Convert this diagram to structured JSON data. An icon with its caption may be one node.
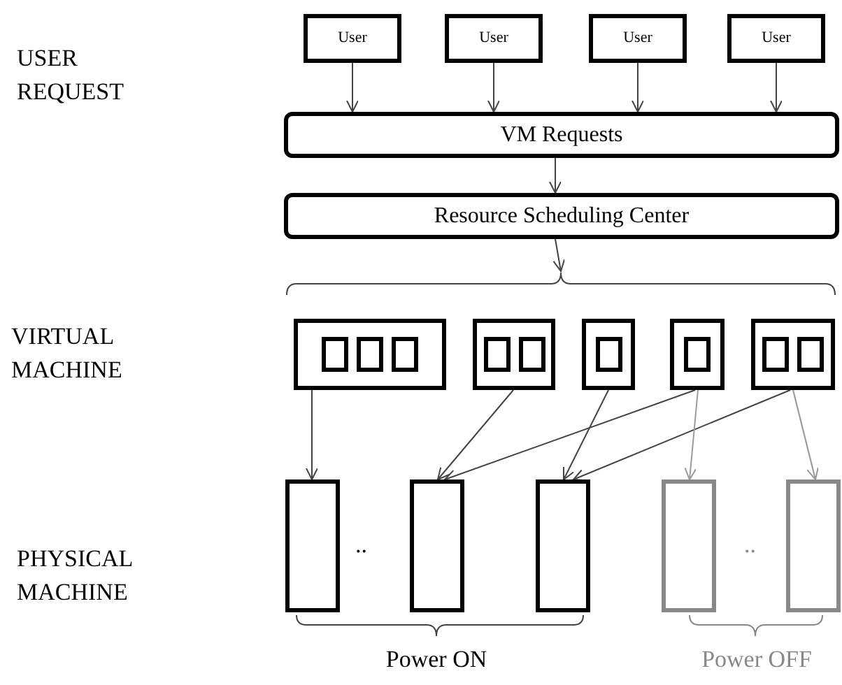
{
  "diagram": {
    "nodes": [
      {
        "text": [
          "User"
        ]
      },
      {
        "text": [
          "User"
        ]
      },
      {
        "text": [
          "User"
        ]
      },
      {
        "text": [
          "User"
        ]
      },
      {
        "text": [
          "VM Requests"
        ]
      },
      {
        "text": [
          "Resource Scheduling Center"
        ]
      },
      {
        "text": [],
        "shape": "box"
      },
      {
        "text": [],
        "shape": "box"
      },
      {
        "text": [],
        "shape": "box"
      },
      {
        "text": [],
        "shape": "box"
      },
      {
        "text": [],
        "shape": "box"
      },
      {
        "text": [],
        "shape": "bar"
      },
      {
        "text": [],
        "shape": "bar"
      },
      {
        "text": [],
        "shape": "bar"
      },
      {
        "text": [],
        "shape": "bar"
      },
      {
        "text": [],
        "shape": "bar"
      },
      {
        "text": [],
        "shape": "bracket"
      }
    ],
    "edges": [
      {
        "from": 0,
        "to": 4,
        "arrow": "to"
      },
      {
        "from": 1,
        "to": 4,
        "arrow": "to"
      },
      {
        "from": 2,
        "to": 4,
        "arrow": "to"
      },
      {
        "from": 3,
        "to": 4,
        "arrow": "to"
      },
      {
        "from": 4,
        "to": 5,
        "arrow": "to"
      },
      {
        "from": 5,
        "to": 16,
        "arrow": "to"
      },
      {
        "from": 6,
        "to": 11,
        "arrow": "to"
      },
      {
        "from": 7,
        "to": 12,
        "arrow": "to"
      },
      {
        "from": 8,
        "to": 13,
        "arrow": "to"
      },
      {
        "from": 9,
        "to": 12,
        "arrow": "to"
      },
      {
        "from": 10,
        "to": 13,
        "arrow": "to"
      },
      {
        "from": 9,
        "to": 14,
        "arrow": "to",
        "color": "#999999"
      },
      {
        "from": 10,
        "to": 15,
        "arrow": "to",
        "color": "#999999"
      }
    ],
    "labels": [
      "USER REQUEST",
      "VIRTUAL MACHINE",
      "PHYSICAL MACHINE",
      "..",
      "..",
      "Power ON",
      "Power OFF"
    ]
  }
}
